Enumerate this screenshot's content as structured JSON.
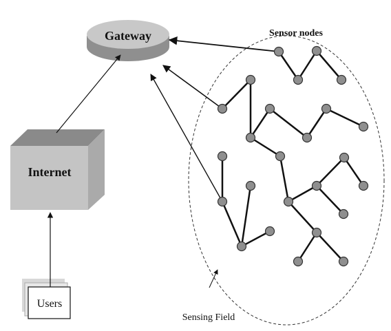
{
  "gateway": {
    "label": "Gateway"
  },
  "internet": {
    "label": "Internet"
  },
  "users": {
    "label": "Users"
  },
  "sensor_nodes_label": "Sensor nodes",
  "sensing_field_label": "Sensing Field",
  "colors": {
    "node_fill": "#8f8f8f",
    "box_front": "#c4c4c4",
    "box_top": "#8a8a8a",
    "box_side": "#aaaaaa",
    "gateway_fill": "#c8c8c8",
    "line": "#111111"
  }
}
